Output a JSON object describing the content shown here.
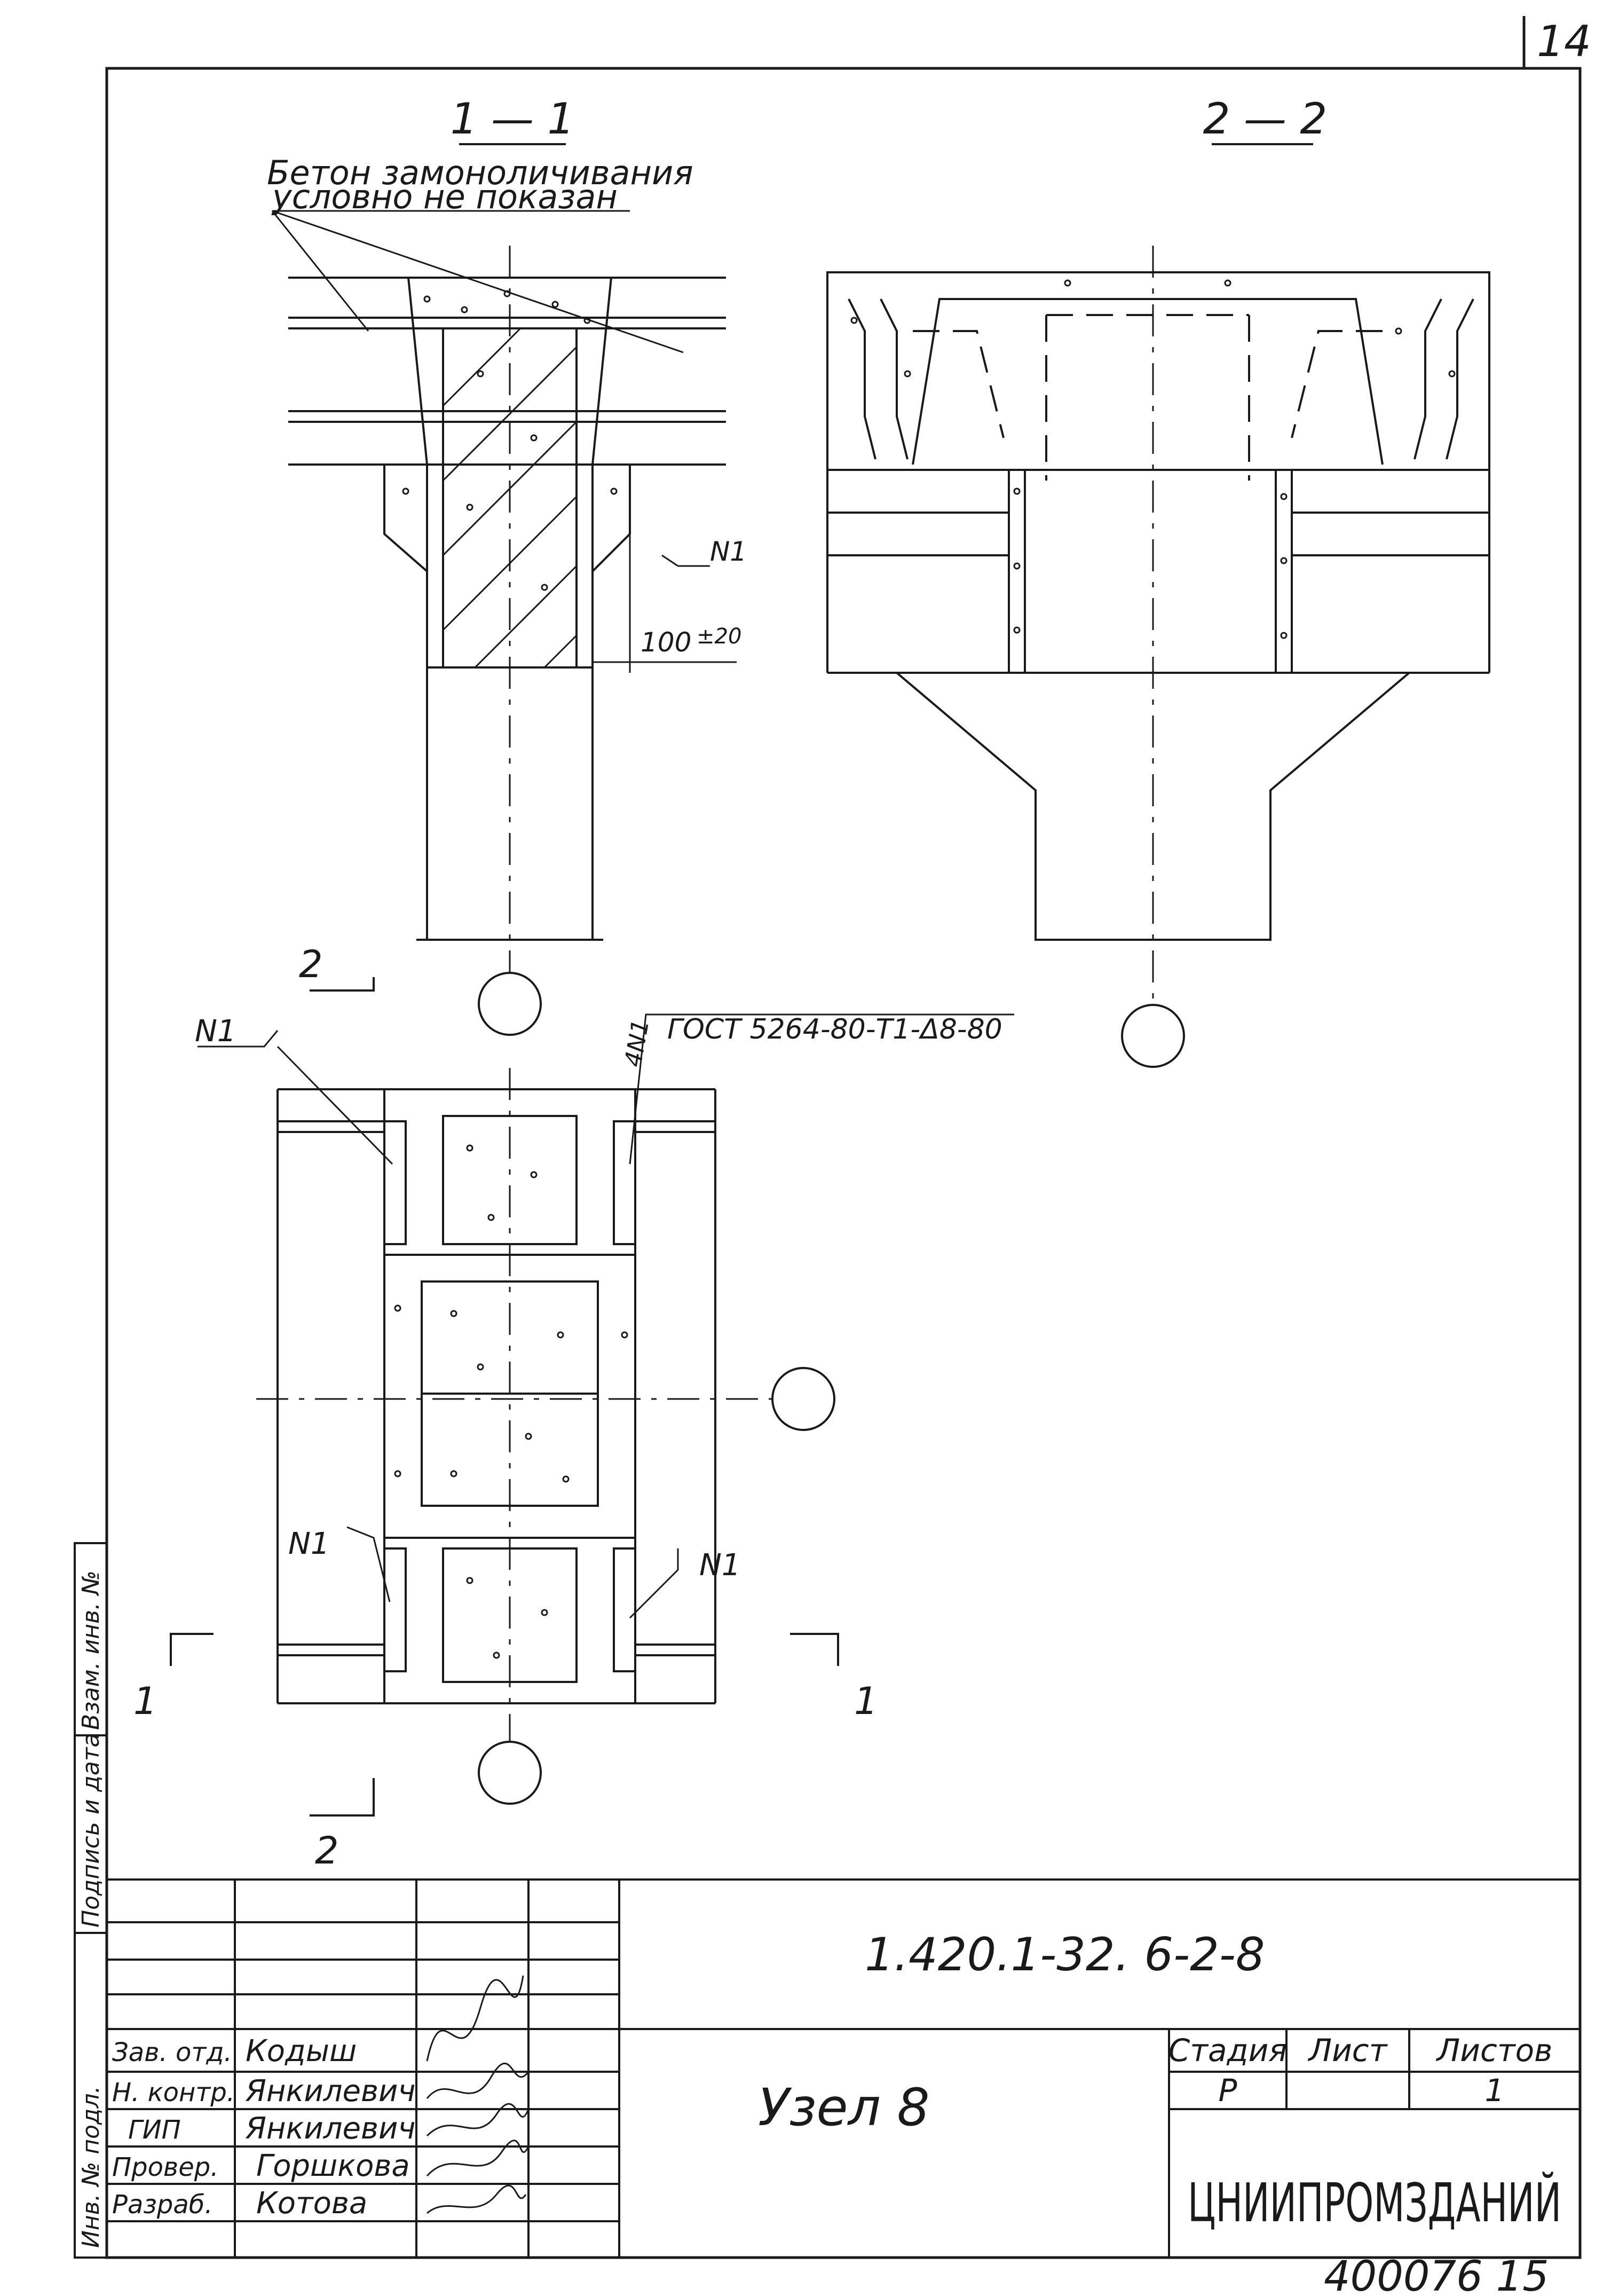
{
  "sheet_number": "14",
  "section_labels": {
    "s11": "1 — 1",
    "s22": "2 — 2"
  },
  "note": {
    "line1": "Бетон замоноличивания",
    "line2": "условно не показан"
  },
  "dimension": {
    "value": "100",
    "tolerance": "±20"
  },
  "marks": {
    "n1": "N1",
    "n4": "4N1",
    "weld_spec": "ГОСТ 5264-80-Т1-Δ8-80",
    "section_1": "1",
    "section_2": "2"
  },
  "title_block": {
    "doc_code": "1.420.1-32. 6-2-8",
    "node_title": "Узел 8",
    "org": "ЦНИИПРОМЗДАНИЙ",
    "headers": {
      "stage": "Стадия",
      "sheet": "Лист",
      "sheets": "Листов"
    },
    "values": {
      "stage": "Р",
      "sheet": "",
      "sheets": "1"
    },
    "rows": [
      {
        "role": "Зав. отд.",
        "name": "Кодыш"
      },
      {
        "role": "Н. контр.",
        "name": "Янкилевич"
      },
      {
        "role": "ГИП",
        "name": "Янкилевич"
      },
      {
        "role": "Провер.",
        "name": "Горшкова"
      },
      {
        "role": "Разраб.",
        "name": "Котова"
      }
    ]
  },
  "side_stamp": {
    "inv_orig": "Инв. № подл.",
    "sign_date": "Подпись и дата",
    "replace_inv": "Взам. инв. №"
  },
  "archive_number": "400076 15"
}
